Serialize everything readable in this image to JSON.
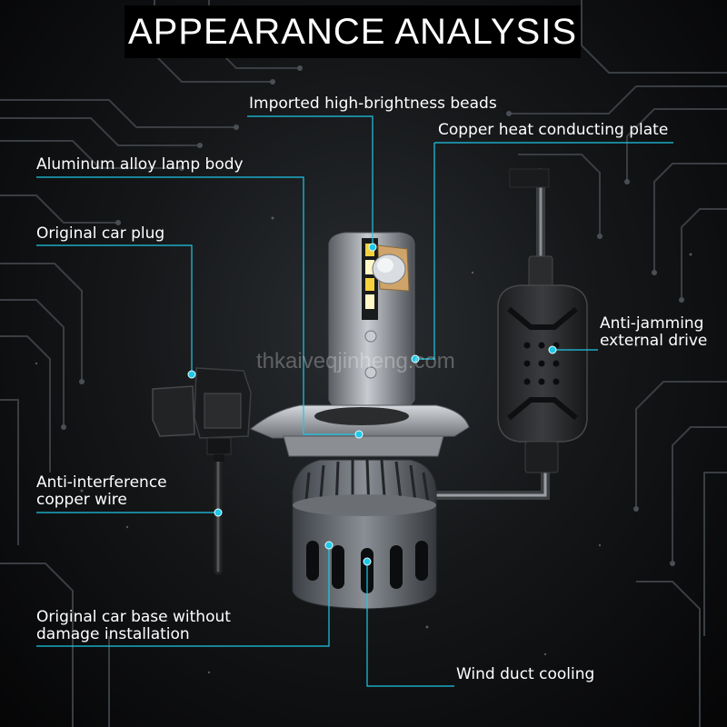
{
  "title": "APPEARANCE ANALYSIS",
  "watermark": "thkaiveqjinheng.com",
  "labels": {
    "beads": "Imported high-brightness beads",
    "copper_plate": "Copper heat conducting plate",
    "lamp_body": "Aluminum alloy lamp body",
    "car_plug": "Original car plug",
    "anti_jamming_line1": "Anti-jamming",
    "anti_jamming_line2": "external drive",
    "copper_wire_line1": "Anti-interference",
    "copper_wire_line2": "copper wire",
    "car_base_line1": "Original car base without",
    "car_base_line2": "damage installation",
    "wind_duct": "Wind duct cooling"
  },
  "colors": {
    "accent": "#1ec8e8",
    "background": "#0b0c0d",
    "title_bar": "#000000",
    "text": "#ffffff"
  }
}
